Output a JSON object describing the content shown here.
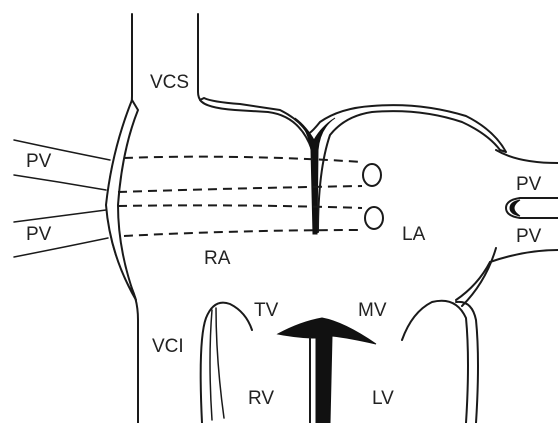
{
  "labels": {
    "vcs": "VCS",
    "pv_left_top": "PV",
    "pv_left_bottom": "PV",
    "pv_right_top": "PV",
    "pv_right_bottom": "PV",
    "ra": "RA",
    "la": "LA",
    "vci": "VCI",
    "tv": "TV",
    "mv": "MV",
    "rv": "RV",
    "lv": "LV"
  },
  "colors": {
    "ink": "#1a1a1a",
    "background": "#ffffff"
  }
}
